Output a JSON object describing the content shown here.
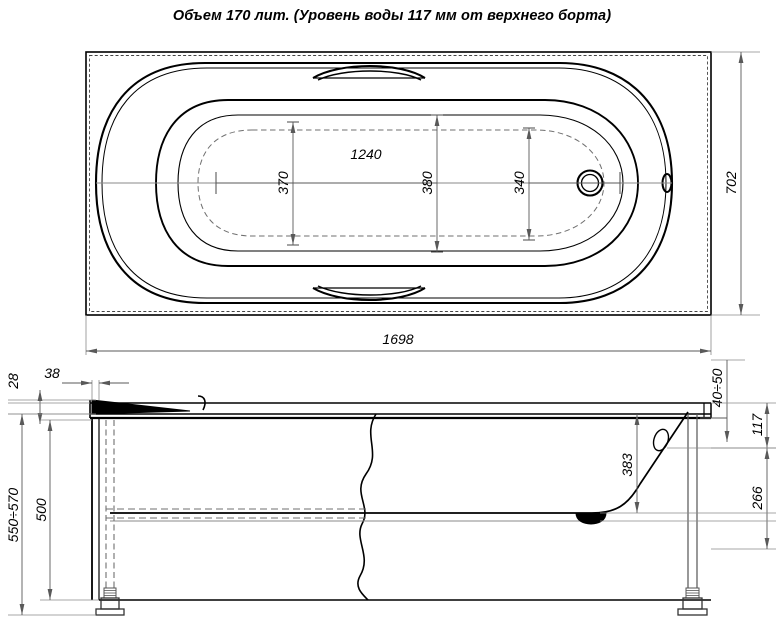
{
  "drawing": {
    "title": "Объем 170 лит. (Уровень воды 117 мм от верхнего борта)",
    "type": "technical-drawing",
    "subject": "bathtub",
    "units": "mm",
    "views": [
      {
        "name": "top-view",
        "label": ""
      },
      {
        "name": "front-section-view",
        "label": ""
      }
    ],
    "line_colors": {
      "outline": "#000000",
      "dimension": "#595959",
      "hidden": "#7a7a7a",
      "frame": "#000000"
    },
    "dimensions": {
      "top_view": {
        "overall_length": "1698",
        "overall_width": "702",
        "inner_length": "1240",
        "inner_width_head": "370",
        "inner_width_mid": "380",
        "inner_width_foot": "340"
      },
      "front_view": {
        "rim_thickness": "28",
        "rim_width": "38",
        "leg_height_range": "550÷570",
        "apron_height": "500",
        "rim_offset_range": "40÷50",
        "water_level_from_rim": "117",
        "bowl_depth_foot": "266",
        "bowl_depth_mid": "383"
      }
    }
  }
}
